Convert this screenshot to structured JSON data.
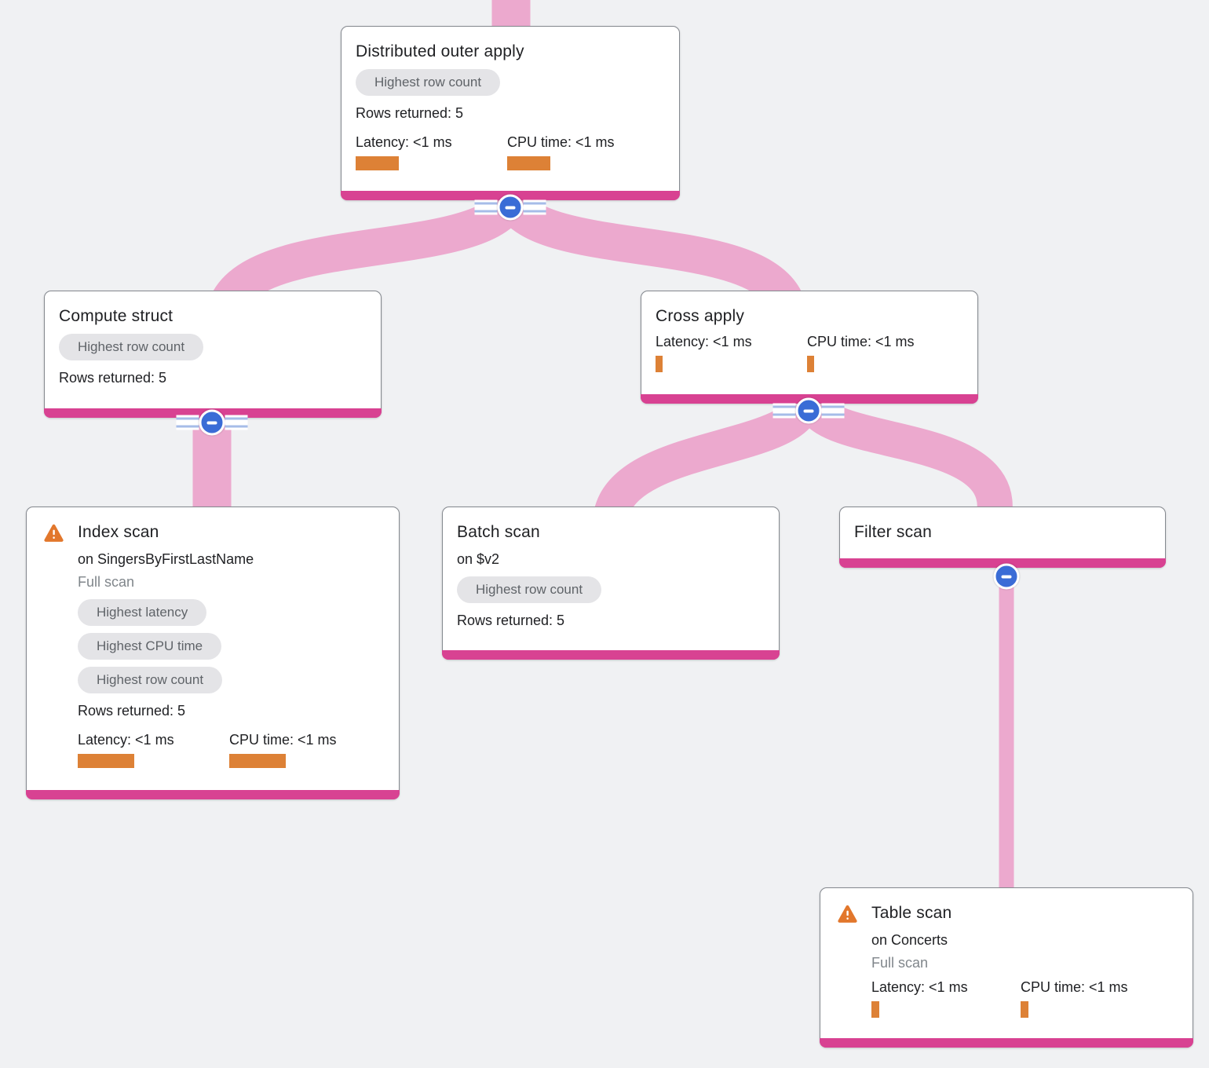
{
  "palette": {
    "bg": "#F0F1F3",
    "node_border": "#85898F",
    "accent_pink": "#D84292",
    "edge_pink": "#ECA9CE",
    "metric_bar": "#DD8136",
    "chip_bg": "#E4E4E7",
    "chip_text": "#5F6368",
    "collapse_blue": "#3A6CD6",
    "line_blue": "#A6BCE8",
    "warning_orange": "#E2772C",
    "text_primary": "#202124",
    "text_muted": "#80868B"
  },
  "icons": {
    "warning": "warning-triangle-icon",
    "collapse": "minus-circle-icon"
  },
  "tree": {
    "root": "Distributed outer apply",
    "edges": [
      {
        "from": "Distributed outer apply",
        "to": "Compute struct"
      },
      {
        "from": "Distributed outer apply",
        "to": "Cross apply"
      },
      {
        "from": "Compute struct",
        "to": "Index scan"
      },
      {
        "from": "Cross apply",
        "to": "Batch scan"
      },
      {
        "from": "Cross apply",
        "to": "Filter scan"
      },
      {
        "from": "Filter scan",
        "to": "Table scan"
      }
    ]
  },
  "nodes": {
    "distributed_outer_apply": {
      "title": "Distributed outer apply",
      "badges": [
        "Highest row count"
      ],
      "rows_returned": "Rows returned: 5",
      "latency_label": "Latency: <1 ms",
      "cpu_label": "CPU time: <1 ms",
      "latency_bar_w": 55,
      "cpu_bar_w": 55
    },
    "compute_struct": {
      "title": "Compute struct",
      "badges": [
        "Highest row count"
      ],
      "rows_returned": "Rows returned: 5"
    },
    "cross_apply": {
      "title": "Cross apply",
      "latency_label": "Latency: <1 ms",
      "cpu_label": "CPU time: <1 ms",
      "latency_bar_w": 9,
      "cpu_bar_w": 9
    },
    "index_scan": {
      "title": "Index scan",
      "subtitle": "on SingersByFirstLastName",
      "scan_type": "Full scan",
      "badges": [
        "Highest latency",
        "Highest CPU time",
        "Highest row count"
      ],
      "rows_returned": "Rows returned: 5",
      "latency_label": "Latency: <1 ms",
      "cpu_label": "CPU time: <1 ms",
      "latency_bar_w": 72,
      "cpu_bar_w": 72
    },
    "batch_scan": {
      "title": "Batch scan",
      "subtitle": "on $v2",
      "badges": [
        "Highest row count"
      ],
      "rows_returned": "Rows returned: 5"
    },
    "filter_scan": {
      "title": "Filter scan"
    },
    "table_scan": {
      "title": "Table scan",
      "subtitle": "on Concerts",
      "scan_type": "Full scan",
      "latency_label": "Latency: <1 ms",
      "cpu_label": "CPU time: <1 ms",
      "latency_bar_w": 10,
      "cpu_bar_w": 10
    }
  }
}
